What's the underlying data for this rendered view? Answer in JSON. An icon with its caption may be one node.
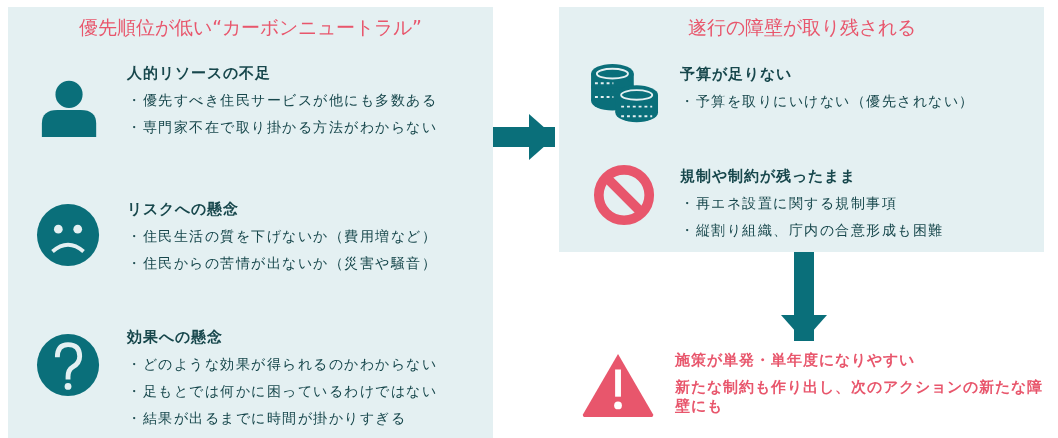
{
  "diagram": {
    "nodes": [
      {
        "text": [
          "優先順位が低い“カーボンニュートラル”"
        ]
      },
      {
        "text": [
          "人的リソースの不足",
          "・優先すべき住民サービスが他にも多数ある",
          "・専門家不在で取り掛かる方法がわからない"
        ],
        "in": 0
      },
      {
        "text": [
          "リスクへの懸念",
          "・住民生活の質を下げないか（費用増など）",
          "・住民からの苦情が出ないか（災害や騒音）"
        ],
        "in": 0
      },
      {
        "text": [
          "効果への懸念",
          "・どのような効果が得られるのかわからない",
          "・足もとでは何かに困っているわけではない",
          "・結果が出るまでに時間が掛かりすぎる"
        ],
        "in": 0
      },
      {
        "text": [
          "遂行の障壁が取り残される"
        ]
      },
      {
        "text": [
          "予算が足りない",
          "・予算を取りにいけない（優先されない）"
        ],
        "in": 4
      },
      {
        "text": [
          "規制や制約が残ったまま",
          "・再エネ設置に関する規制事項",
          "・縦割り組織、庁内の合意形成も困難"
        ],
        "in": 4
      },
      {
        "text": [
          "施策が単発・単年度になりやすい",
          "新たな制約も作り出し、次のアクションの新たな障壁にも"
        ]
      }
    ],
    "edges": [
      {
        "from": 0,
        "to": 4,
        "arrow": "to"
      },
      {
        "from": 4,
        "to": 7,
        "arrow": "to"
      }
    ]
  }
}
